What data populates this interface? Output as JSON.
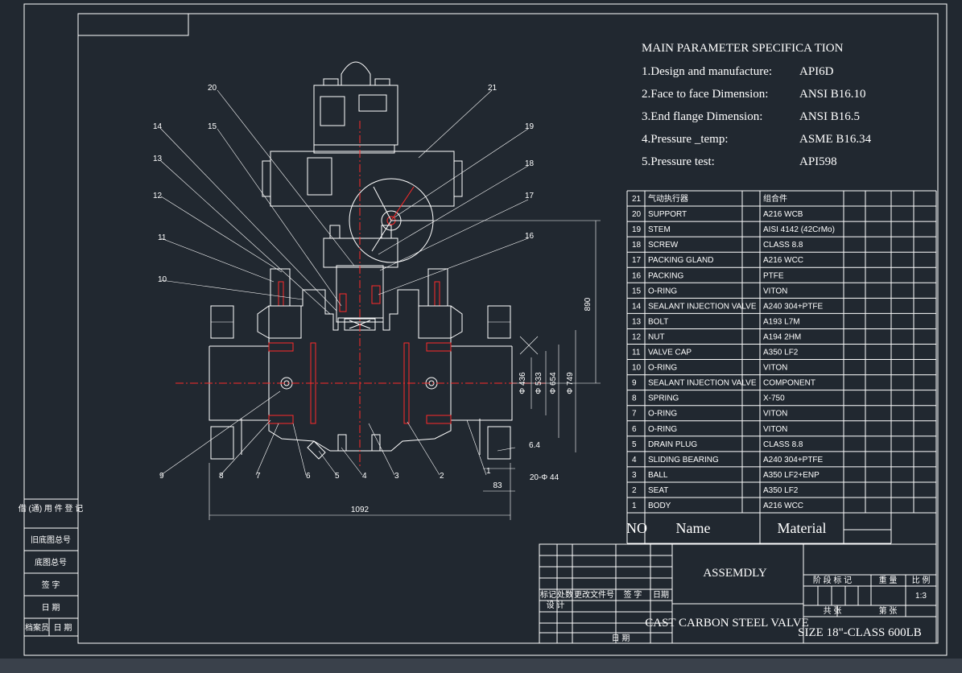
{
  "spec": {
    "title": "MAIN PARAMETER SPECIFICA TION",
    "items": [
      {
        "label": "1.Design and manufacture:",
        "value": "API6D"
      },
      {
        "label": "2.Face to face Dimension:",
        "value": "ANSI B16.10"
      },
      {
        "label": "3.End flange Dimension:",
        "value": "ANSI B16.5"
      },
      {
        "label": "4.Pressure _temp:",
        "value": "ASME B16.34"
      },
      {
        "label": "5.Pressure test:",
        "value": "API598"
      }
    ]
  },
  "parts": [
    {
      "no": "21",
      "name": "气动执行器",
      "material": "组合件"
    },
    {
      "no": "20",
      "name": "SUPPORT",
      "material": "A216 WCB"
    },
    {
      "no": "19",
      "name": "STEM",
      "material": "AISI 4142 (42CrMo)"
    },
    {
      "no": "18",
      "name": "SCREW",
      "material": "CLASS 8.8"
    },
    {
      "no": "17",
      "name": "PACKING GLAND",
      "material": "A216 WCC"
    },
    {
      "no": "16",
      "name": "PACKING",
      "material": "PTFE"
    },
    {
      "no": "15",
      "name": "O-RING",
      "material": "VITON"
    },
    {
      "no": "14",
      "name": "SEALANT INJECTION VALVE",
      "material": "A240 304+PTFE"
    },
    {
      "no": "13",
      "name": "BOLT",
      "material": "A193 L7M"
    },
    {
      "no": "12",
      "name": "NUT",
      "material": "A194 2HM"
    },
    {
      "no": "11",
      "name": "VALVE CAP",
      "material": "A350 LF2"
    },
    {
      "no": "10",
      "name": "O-RING",
      "material": "VITON"
    },
    {
      "no": "9",
      "name": "SEALANT INJECTION VALVE",
      "material": "COMPONENT"
    },
    {
      "no": "8",
      "name": "SPRING",
      "material": "X-750"
    },
    {
      "no": "7",
      "name": "O-RING",
      "material": "VITON"
    },
    {
      "no": "6",
      "name": "O-RING",
      "material": "VITON"
    },
    {
      "no": "5",
      "name": "DRAIN PLUG",
      "material": "CLASS 8.8"
    },
    {
      "no": "4",
      "name": "SLIDING BEARING",
      "material": "A240 304+PTFE"
    },
    {
      "no": "3",
      "name": "BALL",
      "material": "A350 LF2+ENP"
    },
    {
      "no": "2",
      "name": "SEAT",
      "material": "A350 LF2"
    },
    {
      "no": "1",
      "name": "BODY",
      "material": "A216 WCC"
    }
  ],
  "table_header": {
    "no": "NO",
    "name": "Name",
    "material": "Material"
  },
  "title_block": {
    "assembly": "ASSEMDLY",
    "description": "CAST CARBON STEEL VALVE",
    "size": "SIZE 18\"-CLASS 600LB",
    "scale": "1:3",
    "stage_mark": "阶 段 标 记",
    "weight": "重 量",
    "ratio": "比 例",
    "total": "共  张",
    "sheet": "第  张",
    "mark": "标记",
    "count": "处数",
    "change_doc": "更改文件号",
    "sign": "签 字",
    "date": "日期",
    "design": "设 计",
    "date2": "日 期"
  },
  "side_block": [
    "借 (通) 用\n件 登 记",
    "旧底图总号",
    "底图总号",
    "签  字",
    "日  期",
    "档案员",
    "日 期"
  ],
  "callouts": [
    "1",
    "2",
    "3",
    "4",
    "5",
    "6",
    "7",
    "8",
    "9",
    "10",
    "11",
    "12",
    "13",
    "14",
    "15",
    "16",
    "17",
    "18",
    "19",
    "20",
    "21"
  ],
  "dimensions": {
    "length": "1092",
    "height": "890",
    "d1": "Φ 436",
    "d2": "Φ 533",
    "d3": "Φ 654",
    "d4": "Φ 749",
    "bolt": "20-Φ 44",
    "t1": "6.4",
    "t2": "83"
  },
  "colors": {
    "background": "#212830",
    "lines": "#ffffff",
    "centerline": "#ff2a2a"
  }
}
